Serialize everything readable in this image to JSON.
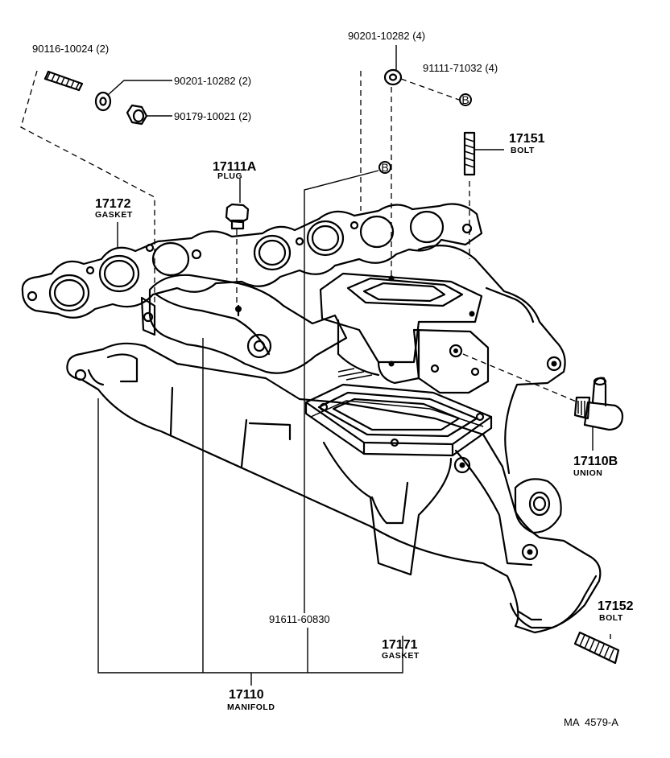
{
  "parts": {
    "stud_90116": "90116-10024 (2)",
    "washer_left": "90201-10282 (2)",
    "nut_90179": "90179-10021 (2)",
    "washer_top": "90201-10282 (4)",
    "bolt_91111": "91111-71032 (4)",
    "bolt_17151_num": "17151",
    "bolt_17151_name": "BOLT",
    "plug_num": "17111A",
    "plug_name": "PLUG",
    "gasket_17172_num": "17172",
    "gasket_17172_name": "GASKET",
    "union_num": "17110B",
    "union_name": "UNION",
    "bolt_17152_num": "17152",
    "bolt_17152_name": "BOLT",
    "bolt_91611": "91611-60830",
    "gasket_17171_num": "17171",
    "gasket_17171_name": "GASKET",
    "manifold_num": "17110",
    "manifold_name": "MANIFOLD"
  },
  "markers": {
    "ref_b": "B"
  },
  "drawing_id": "MA  4579-A"
}
